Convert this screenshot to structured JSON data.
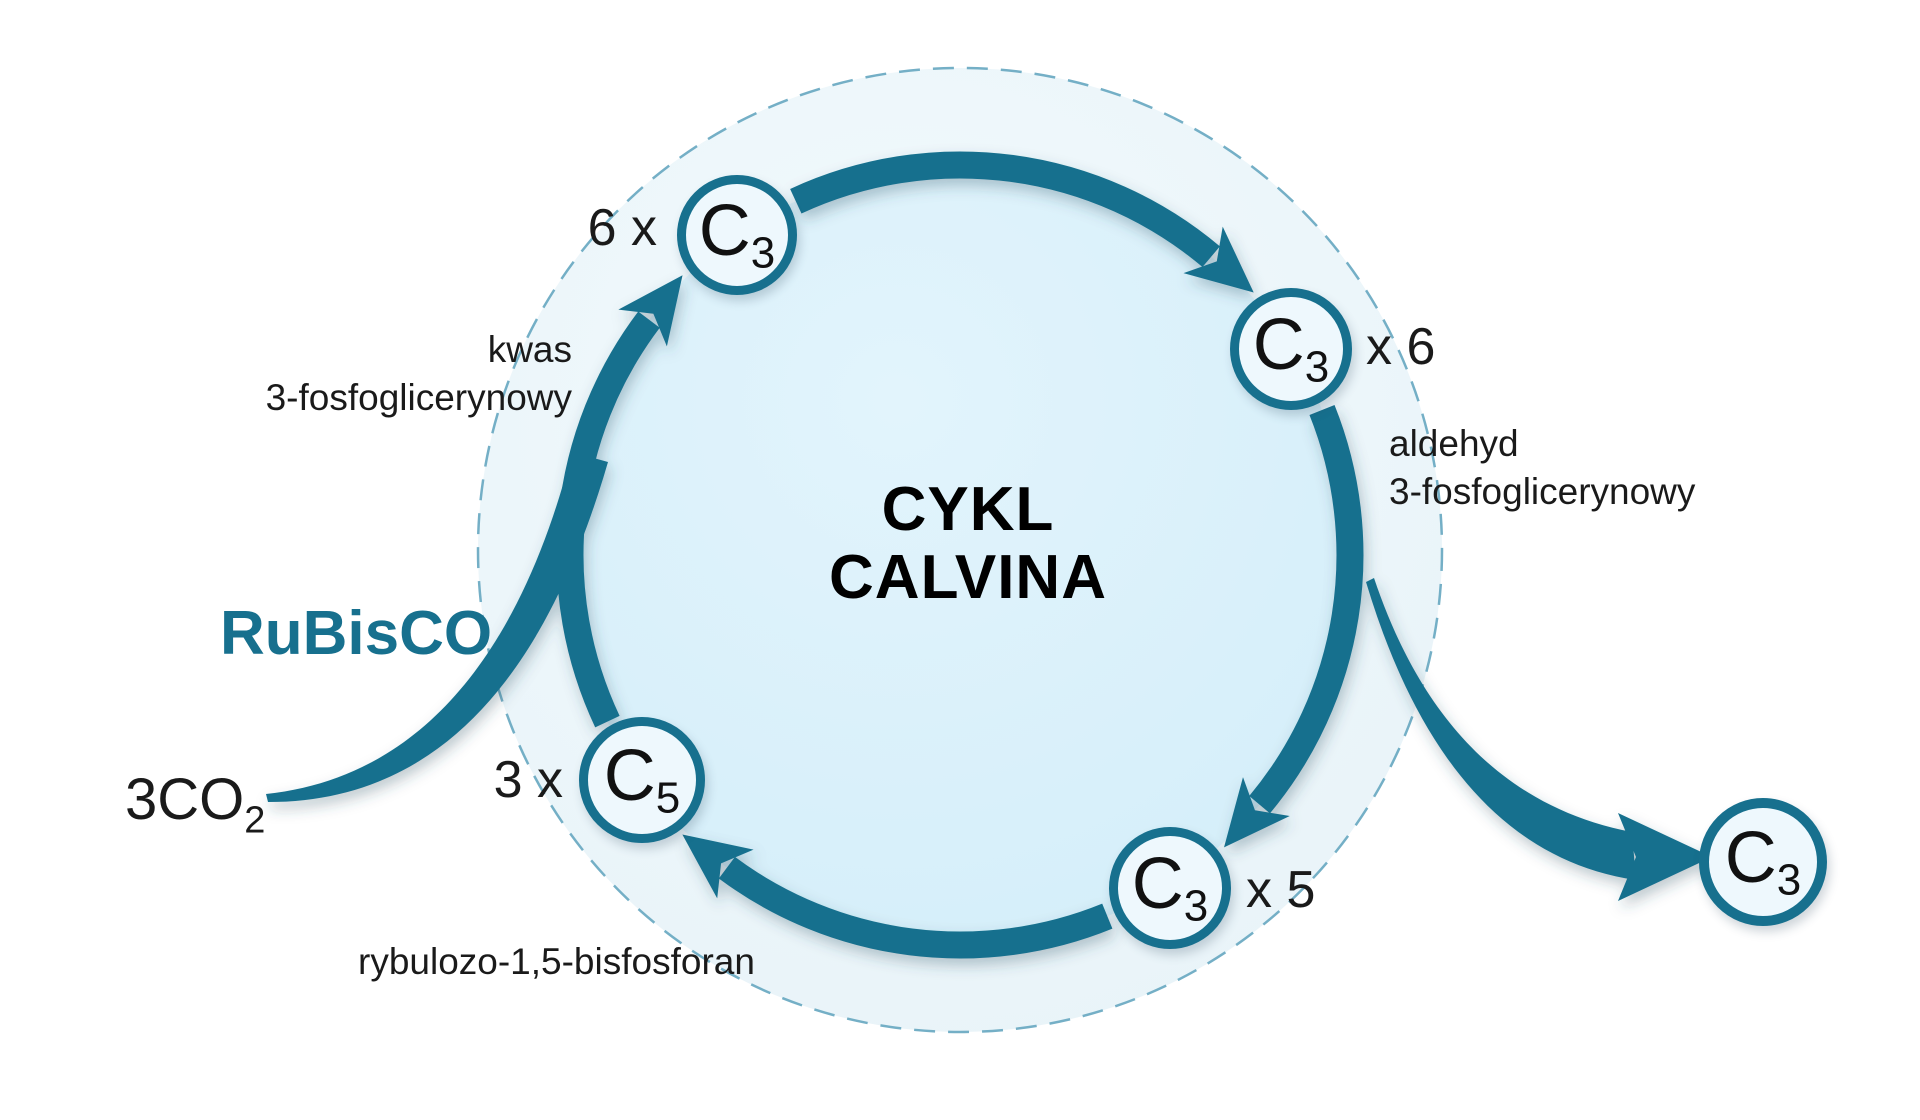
{
  "title": {
    "line1": "CYKL",
    "line2": "CALVINA"
  },
  "nodes": {
    "top": {
      "prefix": "6 x",
      "symbol": "C",
      "subscript": "3"
    },
    "right": {
      "symbol": "C",
      "subscript": "3",
      "suffix": "x 6"
    },
    "bottom_right": {
      "symbol": "C",
      "subscript": "3",
      "suffix": "x 5"
    },
    "left": {
      "prefix": "3 x",
      "symbol": "C",
      "subscript": "5"
    },
    "output": {
      "symbol": "C",
      "subscript": "3"
    }
  },
  "labels": {
    "acid": {
      "line1": "kwas",
      "line2": "3-fosfoglicerynowy"
    },
    "aldehyde": {
      "line1": "aldehyd",
      "line2": "3-fosfoglicerynowy"
    },
    "ribulose": "rybulozo-1,5-bisfosforan",
    "enzyme": "RuBisCO",
    "input": {
      "main": "3CO",
      "subscript": "2"
    }
  },
  "colors": {
    "teal": "#17708e",
    "inner_fill": "#d9f1fb",
    "outer_band": "#edf6fa",
    "dashed_stroke": "#74afc6",
    "text": "#1a1a1a"
  }
}
